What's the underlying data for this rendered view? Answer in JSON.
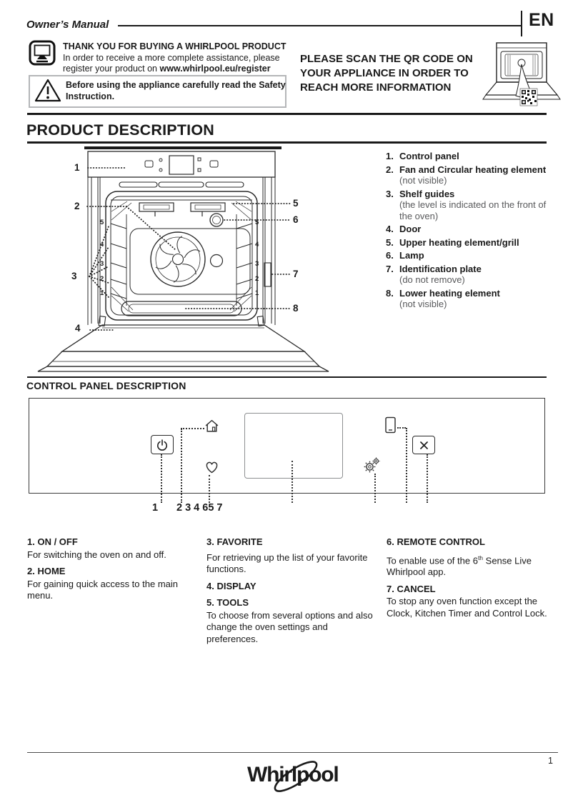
{
  "header": {
    "title": "Owner’s Manual",
    "language": "EN"
  },
  "registration": {
    "heading": "THANK YOU FOR BUYING A WHIRLPOOL PRODUCT",
    "line1": "In order to receive a more complete assistance, please",
    "line2_prefix": "register your product on ",
    "line2_url": "www.whirlpool.eu/register"
  },
  "safety_notice": {
    "line1": "Before using the appliance carefully read the Safety",
    "line2": "Instruction."
  },
  "qr_banner": {
    "line1": "PLEASE SCAN THE QR CODE ON",
    "line2": "YOUR APPLIANCE IN ORDER TO",
    "line3": "REACH MORE INFORMATION"
  },
  "product_description": {
    "title": "PRODUCT DESCRIPTION",
    "items": [
      {
        "num": "1.",
        "name": "Control panel",
        "note": ""
      },
      {
        "num": "2.",
        "name": "Fan and Circular heating element",
        "note": "(not visible)"
      },
      {
        "num": "3.",
        "name": "Shelf guides",
        "note": "(the level is indicated on the front of the oven)"
      },
      {
        "num": "4.",
        "name": "Door",
        "note": ""
      },
      {
        "num": "5.",
        "name": "Upper heating element/grill",
        "note": ""
      },
      {
        "num": "6.",
        "name": "Lamp",
        "note": ""
      },
      {
        "num": "7.",
        "name": "Identification plate",
        "note": "(do not remove)"
      },
      {
        "num": "8.",
        "name": "Lower heating element",
        "note": "(not visible)"
      }
    ],
    "diagram_callouts": [
      "1",
      "2",
      "3",
      "4",
      "5",
      "6",
      "7",
      "8"
    ],
    "shelf_levels": [
      "5",
      "4",
      "3",
      "2",
      "1"
    ]
  },
  "control_panel": {
    "title": "CONTROL PANEL DESCRIPTION",
    "callout_first": "1",
    "callout_cluster": "2 3 4 65 7",
    "functions_col1": [
      {
        "title": "1. ON / OFF",
        "desc": "For switching the oven on and off."
      },
      {
        "title": "2. HOME",
        "desc": "For gaining quick access to the main menu."
      }
    ],
    "functions_col2": [
      {
        "title": "3. FAVORITE",
        "desc": "For retrieving up the list of your favorite functions."
      },
      {
        "title": "4. DISPLAY",
        "desc": ""
      },
      {
        "title": "5. TOOLS",
        "desc": "To choose from several options and also change the oven settings and preferences."
      }
    ],
    "functions_col3": {
      "remote_title": "6. REMOTE CONTROL",
      "remote_desc_prefix": "To enable use of the 6",
      "remote_desc_sup": "th",
      "remote_desc_suffix": " Sense Live Whirlpool app.",
      "cancel_title": "7. CANCEL",
      "cancel_desc": "To stop any oven function except the Clock, Kitchen Timer and Control Lock."
    }
  },
  "footer": {
    "brand": "Whirlpool",
    "page_number": "1"
  }
}
